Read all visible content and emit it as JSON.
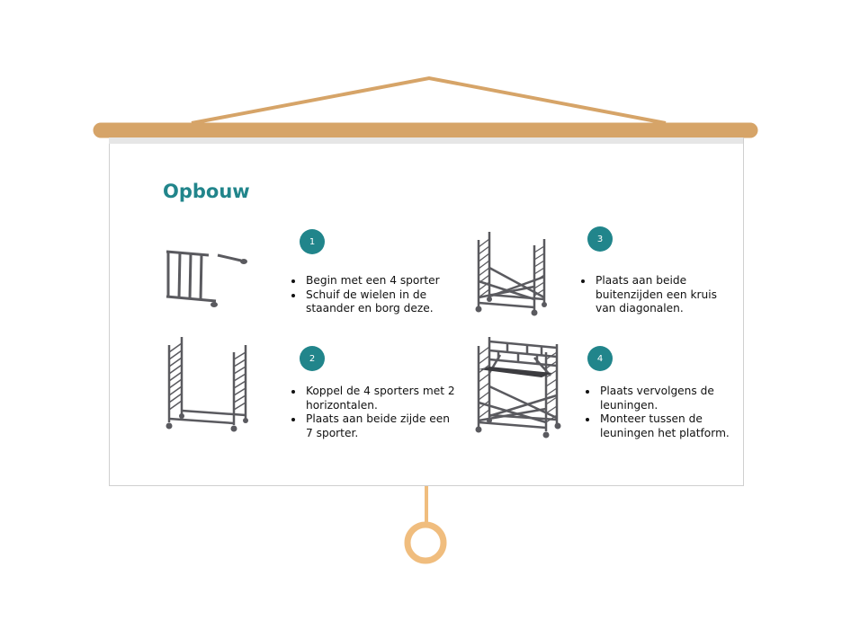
{
  "slide": {
    "title": "Opbouw",
    "steps": [
      {
        "number": "1",
        "bullets": [
          "Begin met een 4 sporter",
          "Schuif de wielen in de staander en borg deze."
        ]
      },
      {
        "number": "2",
        "bullets": [
          "Koppel de 4 sporters met 2 horizontalen.",
          "Plaats aan beide zijde een 7 sporter."
        ]
      },
      {
        "number": "3",
        "bullets": [
          "Plaats aan beide buitenzijden een kruis van diagonalen."
        ]
      },
      {
        "number": "4",
        "bullets": [
          "Plaats vervolgens de leuningen.",
          "Monteer tussen de leuningen het platform."
        ]
      }
    ]
  },
  "colors": {
    "accent": "#21858b",
    "rod": "#d6a468",
    "ring": "#f0bd7e",
    "metal": "#5a5a5f"
  }
}
